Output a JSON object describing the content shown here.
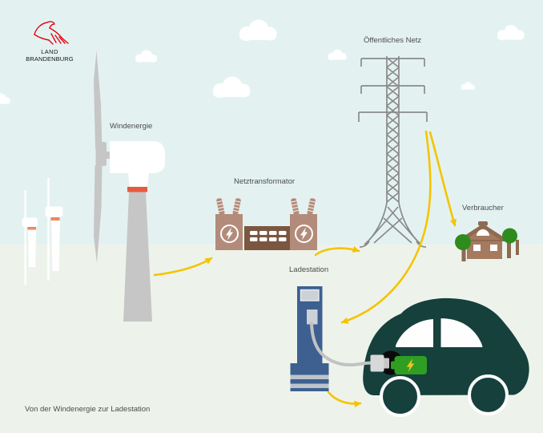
{
  "caption": "Von der Windenergie zur Ladestation",
  "logo": {
    "line1": "LAND",
    "line2": "BRANDENBURG"
  },
  "labels": {
    "wind_energy": "Windenergie",
    "transformer": "Netztransformator",
    "public_grid": "Öffentliches Netz",
    "consumer": "Verbraucher",
    "charging_station": "Ladestation"
  },
  "colors": {
    "sky": "#e3f2f1",
    "ground": "#edf3eb",
    "cloud": "#ffffff",
    "text": "#4c4c4c",
    "logo_red": "#e30613",
    "arrow_yellow": "#f6c300",
    "turbine_grey": "#c6c6c6",
    "turbine_band_red": "#e65a3f",
    "small_band_orange": "#ee8565",
    "transformer_light_brown": "#b38b7a",
    "transformer_dark_brown": "#7b5741",
    "insulator_stripe": "#f3ece8",
    "pylon_grey": "#8a8a8a",
    "house_wall": "#a57a5e",
    "house_roof": "#8d6a50",
    "tree_green": "#2e8b1d",
    "station_blue": "#3d6090",
    "station_screen_grey": "#ccd1d8",
    "station_stripe_grey": "#bcc3ca",
    "cable_grey": "#c2c2c2",
    "car_teal": "#16403c",
    "car_window": "#fdfefd",
    "battery_green": "#2f9e22",
    "bolt_yellow": "#f0c41c",
    "port_black": "#0b0b0b",
    "plug_grey": "#d8d8d8"
  }
}
